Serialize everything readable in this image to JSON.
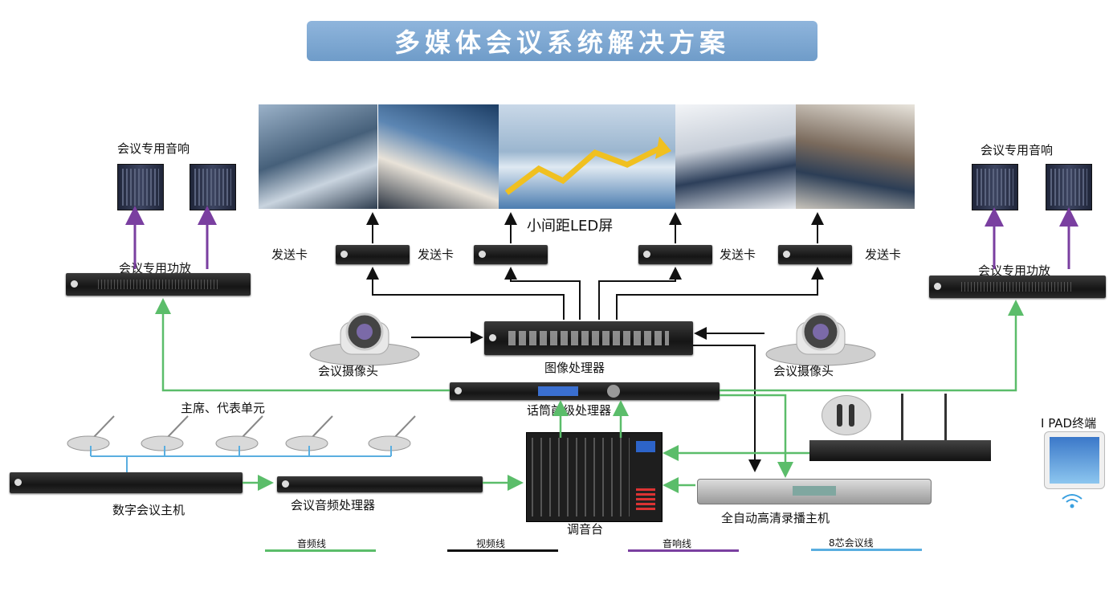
{
  "title": "多媒体会议系统解决方案",
  "colors": {
    "audio_line": "#5bbd6a",
    "video_line": "#111111",
    "speaker_line": "#7a3fa0",
    "conf_line": "#5aaee0",
    "title_bg": "#7aa6d2"
  },
  "labels": {
    "speakers_left": "会议专用音响",
    "speakers_right": "会议专用音响",
    "amp_left": "会议专用功放",
    "amp_right": "会议专用功放",
    "led_screen": "小间距LED屏",
    "send_card_1": "发送卡",
    "send_card_2": "发送卡",
    "send_card_3": "发送卡",
    "send_card_4": "发送卡",
    "camera_left": "会议摄像头",
    "camera_right": "会议摄像头",
    "image_processor": "图像处理器",
    "mic_preprocessor": "话筒前级处理器",
    "delegate_units": "主席、代表单元",
    "digital_host": "数字会议主机",
    "audio_processor": "会议音频处理器",
    "mixer": "调音台",
    "recorder": "全自动高清录播主机",
    "ipad": "I PAD终端"
  },
  "legend": [
    {
      "label": "音频线",
      "color": "#5bbd6a"
    },
    {
      "label": "视频线",
      "color": "#111111"
    },
    {
      "label": "音响线",
      "color": "#7a3fa0"
    },
    {
      "label": "8芯会议线",
      "color": "#5aaee0"
    }
  ]
}
